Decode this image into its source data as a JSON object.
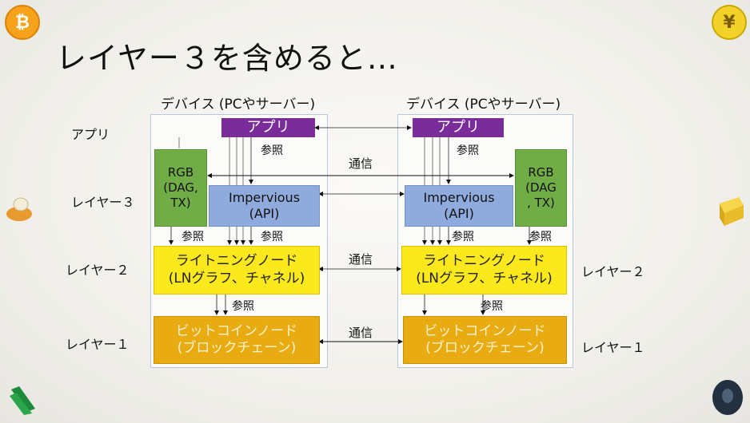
{
  "title": "レイヤー３を含めると…",
  "left_device": {
    "header": "デバイス (PCやサーバー)",
    "app": "アプリ",
    "rgb": [
      "RGB",
      "(DAG,",
      "TX)"
    ],
    "impervious": [
      "Impervious",
      "(API)"
    ],
    "lightning": [
      "ライトニングノード",
      "(LNグラフ、チャネル)"
    ],
    "bitcoin": [
      "ビットコインノード",
      "(ブロックチェーン)"
    ],
    "ref_labels": [
      "参照",
      "参照",
      "参照",
      "参照"
    ]
  },
  "right_device": {
    "header": "デバイス (PCやサーバー)",
    "app": "アプリ",
    "rgb": [
      "RGB",
      "(DAG",
      ", TX)"
    ],
    "impervious": [
      "Impervious",
      "(API)"
    ],
    "lightning": [
      "ライトニングノード",
      "(LNグラフ、チャネル)"
    ],
    "bitcoin": [
      "ビットコインノード",
      "(ブロックチェーン)"
    ],
    "ref_labels": [
      "参照",
      "参照",
      "参照",
      "参照"
    ]
  },
  "layer_labels_left": [
    "アプリ",
    "レイヤー３",
    "レイヤー２",
    "レイヤー１"
  ],
  "layer_labels_right": [
    "レイヤー２",
    "レイヤー１"
  ],
  "comm_labels": [
    "通信",
    "通信",
    "通信"
  ],
  "colors": {
    "app": "#7a2c9a",
    "rgb": "#70ad47",
    "impervious": "#8faadc",
    "lightning": "#fbe91e",
    "bitcoin": "#e8ac12",
    "frame": "#b9c8dc"
  },
  "decorations": [
    "bitcoin-coin-icon",
    "yen-coin-icon",
    "lightning-pie-icon",
    "gold-bar-icon",
    "cash-icon",
    "rock-icon"
  ]
}
